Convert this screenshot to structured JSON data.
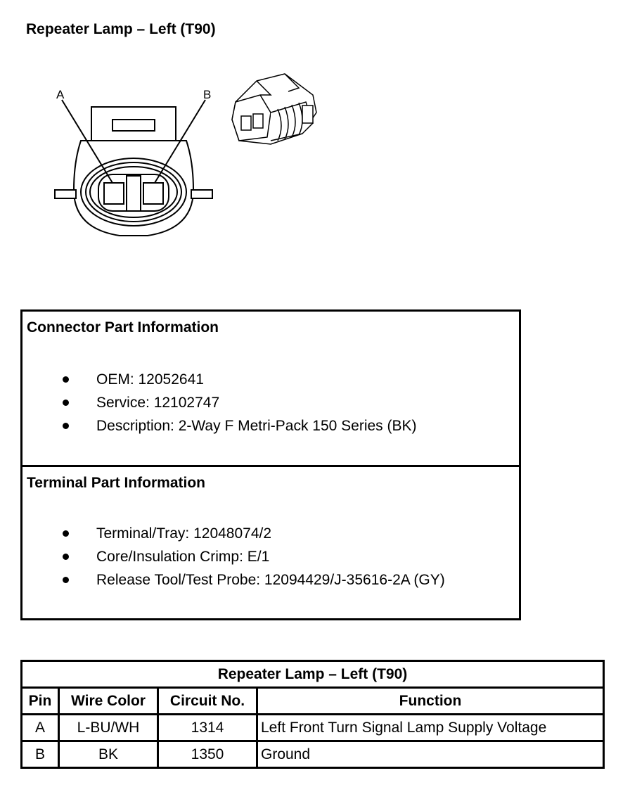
{
  "title": "Repeater Lamp – Left (T90)",
  "diagram": {
    "pin_labels": [
      "A",
      "B"
    ]
  },
  "connector_info": {
    "heading": "Connector Part Information",
    "items": [
      "OEM: 12052641",
      "Service: 12102747",
      "Description: 2-Way F Metri-Pack 150 Series (BK)"
    ]
  },
  "terminal_info": {
    "heading": "Terminal Part Information",
    "items": [
      "Terminal/Tray: 12048074/2",
      "Core/Insulation Crimp: E/1",
      "Release Tool/Test Probe: 12094429/J-35616-2A (GY)"
    ]
  },
  "pin_table": {
    "caption": "Repeater Lamp – Left (T90)",
    "headers": [
      "Pin",
      "Wire Color",
      "Circuit No.",
      "Function"
    ],
    "rows": [
      [
        "A",
        "L-BU/WH",
        "1314",
        "Left Front Turn Signal Lamp Supply Voltage"
      ],
      [
        "B",
        "BK",
        "1350",
        "Ground"
      ]
    ]
  }
}
